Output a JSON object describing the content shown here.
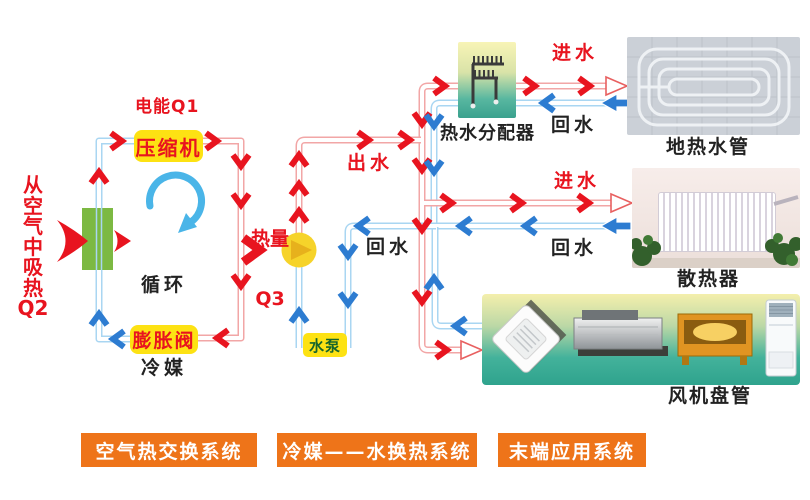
{
  "colors": {
    "arrow_red": "#e8141f",
    "pipe_red": "#f2a6a6",
    "arrow_blue": "#2d7cd1",
    "pipe_blue": "#a9d6f2",
    "cycle_arrow_blue": "#4ab5e8",
    "component_yellow": "#fde213",
    "evaporator_green": "#7cb942",
    "footer_orange": "#ee7419"
  },
  "air_system": {
    "absorb_heat_chars": [
      "从",
      "空",
      "气",
      "中",
      "吸",
      "热",
      "Q2"
    ],
    "electric_energy_label": "电能Q1",
    "compressor_label": "压缩机",
    "expansion_valve_label": "膨胀阀",
    "refrigerant_label_line1": "循环",
    "refrigerant_label_line2": "冷媒"
  },
  "water_loop": {
    "heat_label_line1": "热量",
    "heat_label_line2": "Q3",
    "supply_label": "出水",
    "return_label": "回水",
    "pump_label": "水泵"
  },
  "terminals": {
    "distributor_label": "热水分配器",
    "floor": {
      "supply_label": "进水",
      "return_label": "回水",
      "name": "地热水管"
    },
    "radiator": {
      "supply_label": "进水",
      "return_label": "回水",
      "name": "散热器"
    },
    "fancoil": {
      "name": "风机盘管"
    }
  },
  "footer": {
    "items": [
      "空气热交换系统",
      "冷媒——水换热系统",
      "末端应用系统"
    ]
  }
}
